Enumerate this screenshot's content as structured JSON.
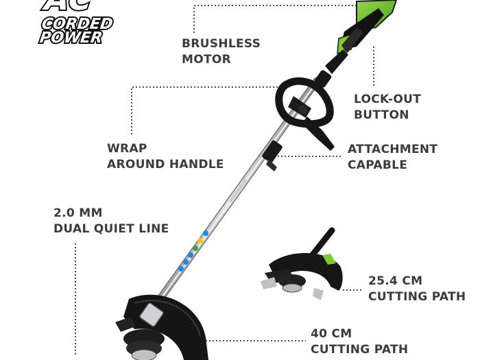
{
  "logo": {
    "line1": "AC",
    "line2": "CORDED",
    "line3": "POWER"
  },
  "callouts": {
    "brushless_motor": [
      "BRUSHLESS",
      "MOTOR"
    ],
    "lock_out_button": [
      "LOCK-OUT",
      "BUTTON"
    ],
    "wrap_around_handle": [
      "WRAP",
      "AROUND HANDLE"
    ],
    "attachment_capable": [
      "ATTACHMENT",
      "CAPABLE"
    ],
    "dual_quiet_line": [
      "2.0 MM",
      "DUAL QUIET LINE"
    ],
    "cutting_path_small": [
      "25.4 CM",
      "CUTTING PATH"
    ],
    "cutting_path_large": [
      "40 CM",
      "CUTTING PATH"
    ]
  },
  "colors": {
    "brand_green": "#6cc12c",
    "label_gray": "#3b3b3b",
    "tool_black": "#161616",
    "shaft_silver": "#b9bcbf"
  }
}
